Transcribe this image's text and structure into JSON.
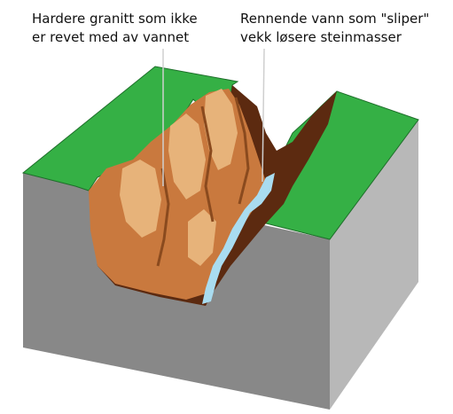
{
  "annotations": {
    "left": {
      "line1": "Hardere granitt som ikke",
      "line2": "er revet med av vannet"
    },
    "right": {
      "line1": "Rennende vann som \"sliper\"",
      "line2": "vekk løsere steinmasser"
    }
  },
  "colors": {
    "grass": "#35b045",
    "grass_edge": "#1e6e2a",
    "soil_front": "#888888",
    "soil_side": "#b8b8b8",
    "rock_light": "#e7b37a",
    "rock_mid": "#c9793e",
    "rock_dark": "#8a4a1e",
    "rock_shadow": "#5c2a10",
    "water": "#a9dcf0",
    "leader_line": "#cfcfcf"
  }
}
